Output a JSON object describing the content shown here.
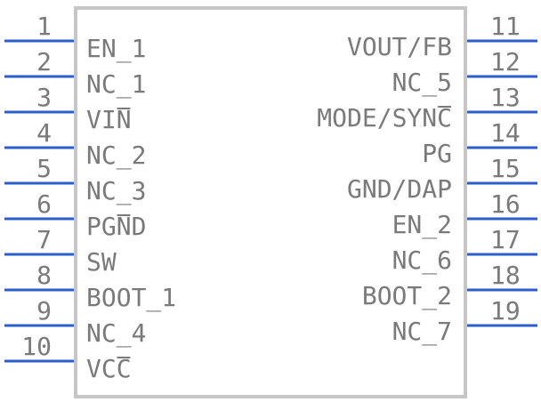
{
  "body": {
    "outline_color": "#c6c6c6",
    "pin_color": "#2d5ecf",
    "text_color": "#7a7a7a"
  },
  "left_pins": [
    {
      "number": "1",
      "label": "EN_1",
      "overbar": ""
    },
    {
      "number": "2",
      "label": "NC_1",
      "overbar": ""
    },
    {
      "number": "3",
      "label": "VIN",
      "overbar": "N"
    },
    {
      "number": "4",
      "label": "NC_2",
      "overbar": ""
    },
    {
      "number": "5",
      "label": "NC_3",
      "overbar": ""
    },
    {
      "number": "6",
      "label": "PGND",
      "overbar": "N"
    },
    {
      "number": "7",
      "label": "SW",
      "overbar": ""
    },
    {
      "number": "8",
      "label": "BOOT_1",
      "overbar": ""
    },
    {
      "number": "9",
      "label": "NC_4",
      "overbar": ""
    },
    {
      "number": "10",
      "label": "VCC",
      "overbar": "C"
    }
  ],
  "right_pins": [
    {
      "number": "11",
      "label": "VOUT/FB",
      "overbar": ""
    },
    {
      "number": "12",
      "label": "NC_5",
      "overbar": ""
    },
    {
      "number": "13",
      "label": "MODE/SYNC",
      "overbar": "C"
    },
    {
      "number": "14",
      "label": "PG",
      "overbar": ""
    },
    {
      "number": "15",
      "label": "GND/DAP",
      "overbar": ""
    },
    {
      "number": "16",
      "label": "EN_2",
      "overbar": ""
    },
    {
      "number": "17",
      "label": "NC_6",
      "overbar": ""
    },
    {
      "number": "18",
      "label": "BOOT_2",
      "overbar": ""
    },
    {
      "number": "19",
      "label": "NC_7",
      "overbar": ""
    }
  ]
}
